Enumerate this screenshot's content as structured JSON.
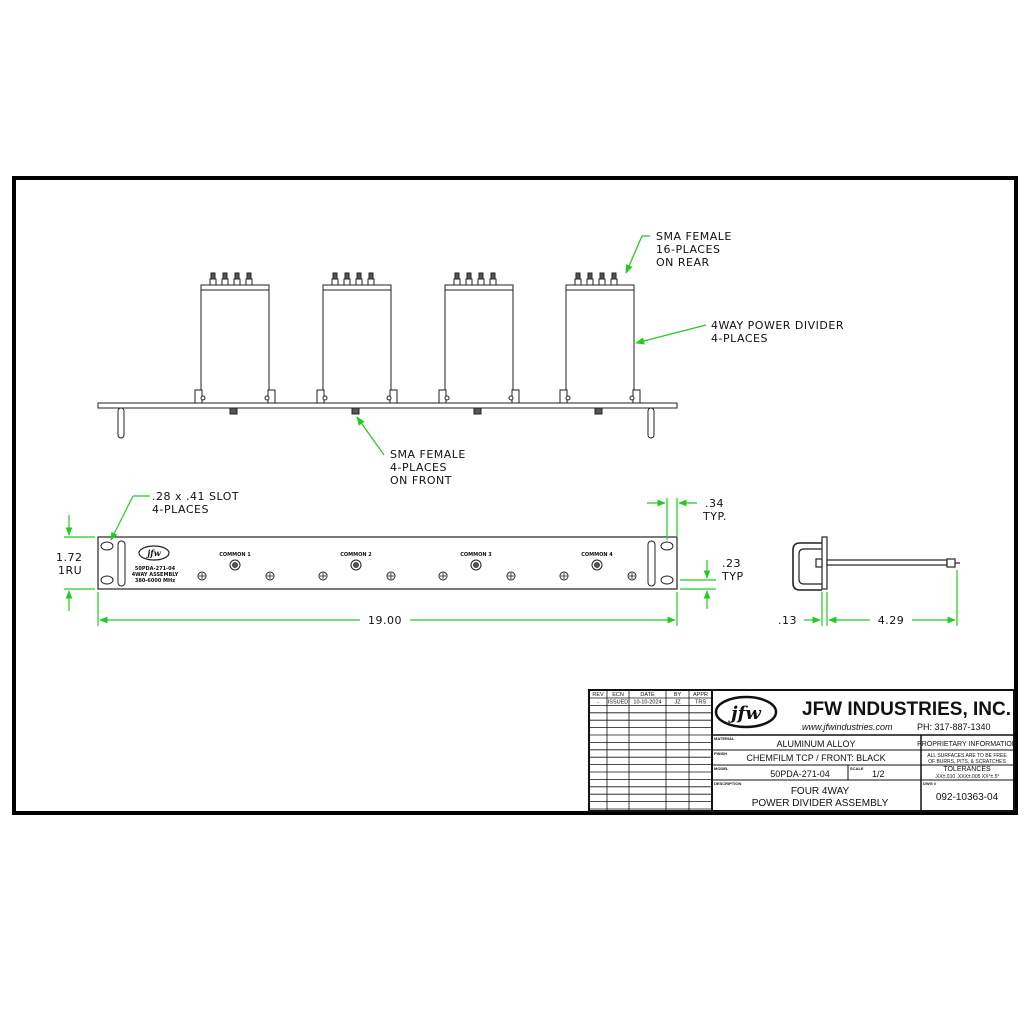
{
  "colors": {
    "dimension": "#22cc22",
    "ink": "#111111",
    "frame": "#000000"
  },
  "callouts": {
    "sma_rear": [
      "SMA FEMALE",
      "16-PLACES",
      "ON REAR"
    ],
    "divider": [
      "4WAY POWER DIVIDER",
      "4-PLACES"
    ],
    "sma_front": [
      "SMA FEMALE",
      "4-PLACES",
      "ON FRONT"
    ],
    "slot": [
      ".28 x .41 SLOT",
      "4-PLACES"
    ]
  },
  "dimensions": {
    "height": [
      "1.72",
      "1RU"
    ],
    "slot_spacing": [
      ".34",
      "TYP."
    ],
    "slot_offset": [
      ".23",
      "TYP"
    ],
    "width": "19.00",
    "side_front": ".13",
    "side_depth": "4.29"
  },
  "panel": {
    "logo": "jfw",
    "model": "50PDA-271-04",
    "assembly": "4WAY ASSEMBLY",
    "freq": "380-6000 MHz",
    "ports": [
      "COMMON 1",
      "COMMON 2",
      "COMMON 3",
      "COMMON 4"
    ]
  },
  "title_block": {
    "rev_headers": [
      "REV",
      "ECN",
      "DATE",
      "BY",
      "APPR"
    ],
    "rev_row": [
      "-",
      "ISSUED",
      "10-10-2024",
      "JZ",
      "TRS"
    ],
    "logo": "jfw",
    "company": "JFW INDUSTRIES, INC.",
    "website": "www.jfwindustries.com",
    "phone": "PH: 317-887-1340",
    "material_label": "MATERIAL",
    "material": "ALUMINUM ALLOY",
    "proprietary": "PROPRIETARY INFORMATION",
    "finish_label": "FINISH",
    "finish": "CHEMFILM TCP / FRONT: BLACK",
    "surfaces_1": "ALL SURFACES ARE TO BE FREE",
    "surfaces_2": "OF BURRS, PITS, & SCRATCHES",
    "model_label": "MODEL",
    "model": "50PDA-271-04",
    "scale_label": "SCALE",
    "scale": "1/2",
    "tolerances": "TOLERANCES",
    "tolerance_values": ".XX±.010   .XXX±.005   XX°±.5°",
    "description_label": "DESCRIPTION",
    "description": [
      "FOUR 4WAY",
      "POWER DIVIDER ASSEMBLY"
    ],
    "dwg_label": "DWG #",
    "dwg": "092-10363-04"
  }
}
